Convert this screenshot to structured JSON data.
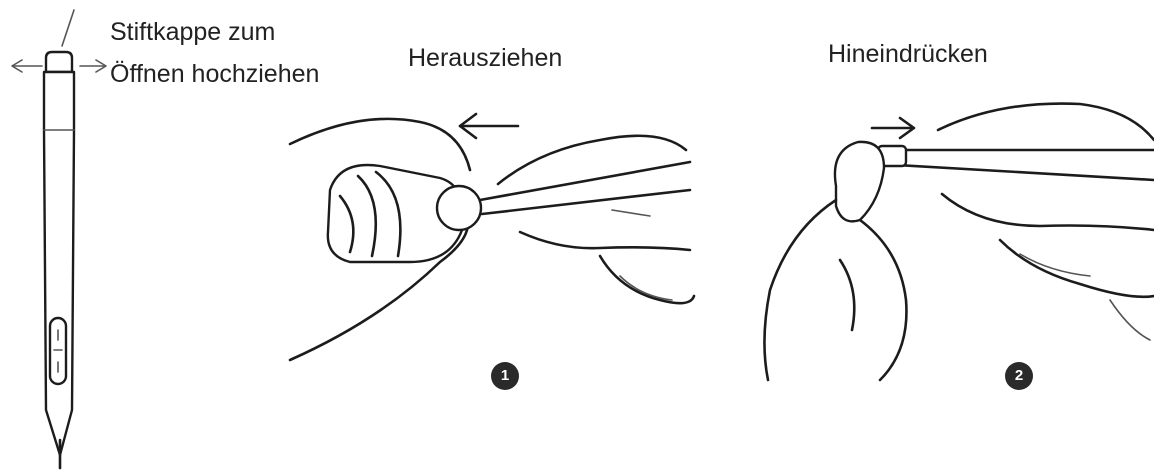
{
  "pen_diagram": {
    "cap_instruction_line1": "Stiftkappe zum",
    "cap_instruction_line2": "Öffnen hochziehen"
  },
  "steps": [
    {
      "label": "Herausziehen",
      "number": "1"
    },
    {
      "label": "Hineindrücken",
      "number": "2"
    }
  ]
}
